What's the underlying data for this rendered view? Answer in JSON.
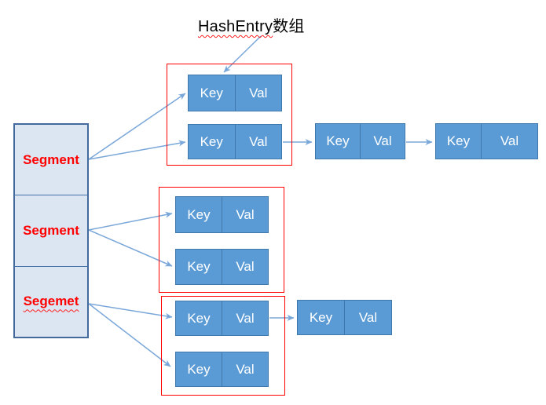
{
  "title": {
    "latin": "HashEntry",
    "cjk": "数组"
  },
  "node_labels": {
    "key": "Key",
    "val": "Val"
  },
  "segments": [
    {
      "label": "Segment",
      "misspelled": false
    },
    {
      "label": "Segment",
      "misspelled": false
    },
    {
      "label": "Segemet",
      "misspelled": true
    }
  ],
  "structure": {
    "segment_count": 3,
    "hashentry_groups": 3,
    "nodes_per_group": 2,
    "chain_after_group1_row2": 2,
    "chain_after_group3_row1": 1
  },
  "colors": {
    "node_fill": "#5b9bd5",
    "node_border": "#4178ab",
    "segment_fill": "#dce6f2",
    "segment_border": "#44699c",
    "group_border": "#ff0000",
    "segment_label_red": "#ff0000",
    "arrow_blue": "#7aa7d9",
    "title_text": "#000000",
    "node_text": "#ffffff"
  }
}
